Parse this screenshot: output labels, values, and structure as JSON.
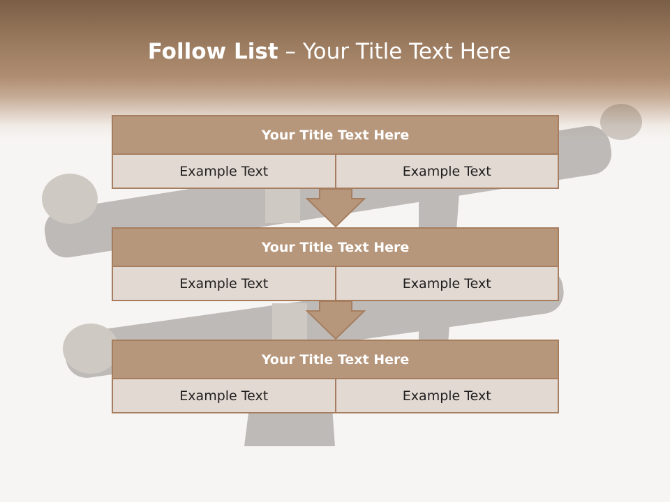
{
  "slide": {
    "title_bold": "Follow List",
    "title_rest": "– Your Title Text Here"
  },
  "steps": [
    {
      "title": "Your Title Text Here",
      "left": "Example Text",
      "right": "Example Text"
    },
    {
      "title": "Your Title Text Here",
      "left": "Example Text",
      "right": "Example Text"
    },
    {
      "title": "Your Title Text Here",
      "left": "Example Text",
      "right": "Example Text"
    }
  ],
  "colors": {
    "header_fill": "#b7977c",
    "border": "#a67e5f",
    "cell_fill": "#e3d9d3",
    "arrow_fill": "#b7977c"
  }
}
